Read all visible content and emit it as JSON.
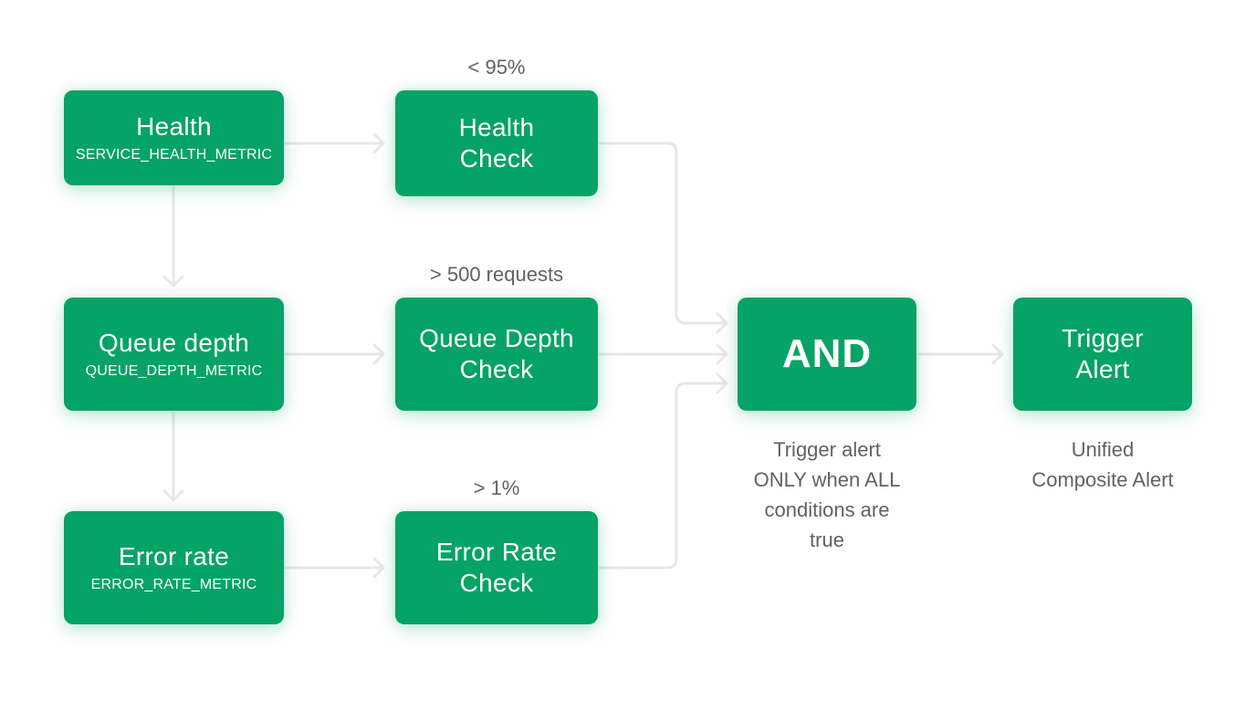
{
  "sources": [
    {
      "title": "Health",
      "metric": "SERVICE_HEALTH_METRIC"
    },
    {
      "title": "Queue depth",
      "metric": "QUEUE_DEPTH_METRIC"
    },
    {
      "title": "Error rate",
      "metric": "ERROR_RATE_METRIC"
    }
  ],
  "checks": [
    {
      "line1": "Health",
      "line2": "Check",
      "threshold": "< 95%"
    },
    {
      "line1": "Queue Depth",
      "line2": "Check",
      "threshold": "> 500 requests"
    },
    {
      "line1": "Error Rate",
      "line2": "Check",
      "threshold": "> 1%"
    }
  ],
  "and_node": {
    "label": "AND",
    "caption": [
      "Trigger alert",
      "ONLY when ALL",
      "conditions are",
      "true"
    ]
  },
  "alert_node": {
    "line1": "Trigger",
    "line2": "Alert",
    "caption": [
      "Unified",
      "Composite Alert"
    ]
  },
  "colors": {
    "box": "#05a365",
    "connector": "#e6e8e7",
    "caption": "#5d6461"
  }
}
